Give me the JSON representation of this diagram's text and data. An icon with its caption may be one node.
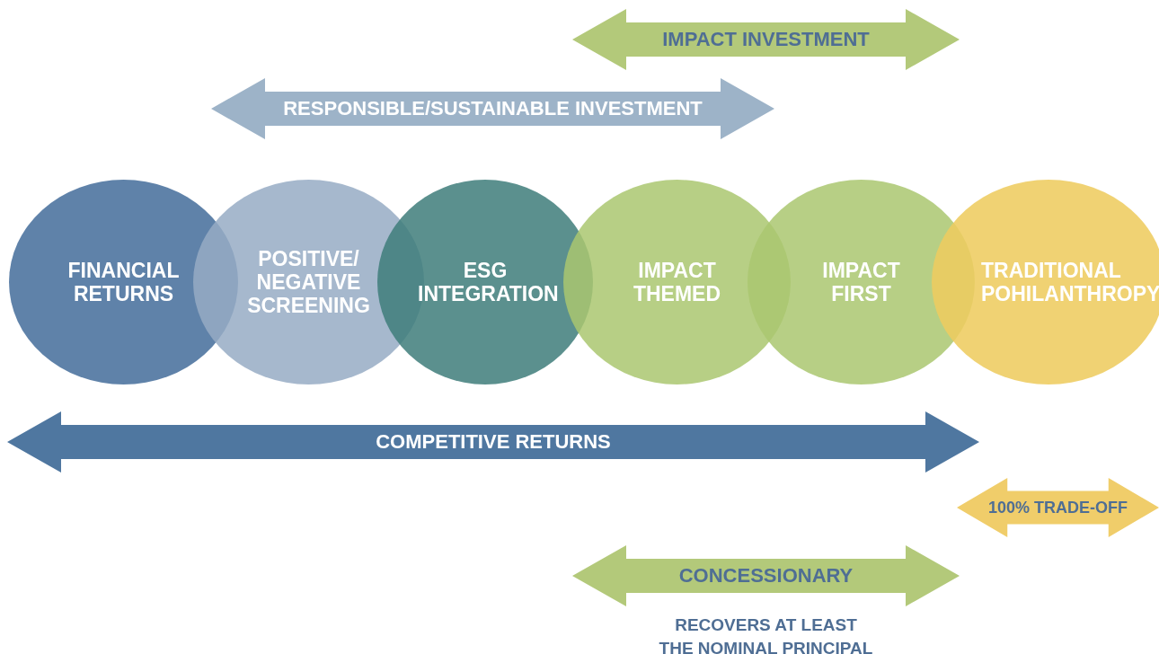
{
  "diagram": {
    "nodes": [
      {
        "text": [
          "IMPACT INVESTMENT"
        ]
      },
      {
        "text": [
          "RESPONSIBLE/SUSTAINABLE INVESTMENT"
        ]
      },
      {
        "text": [
          "FINANCIAL RETURNS"
        ]
      },
      {
        "text": [
          "POSITIVE/ NEGATIVE SCREENING"
        ]
      },
      {
        "text": [
          "ESG INTEGRATION"
        ]
      },
      {
        "text": [
          "IMPACT THEMED"
        ]
      },
      {
        "text": [
          "IMPACT FIRST"
        ]
      },
      {
        "text": [
          "TRADITIONAL POHILANTHROPY"
        ]
      },
      {
        "text": [
          "COMPETITIVE RETURNS"
        ]
      },
      {
        "text": [
          "100% TRADE-OFF"
        ]
      },
      {
        "text": [
          "CONCESSIONARY"
        ],
        "beside": [
          "RECOVERS AT LEAST THE NOMINAL PRINCIPAL"
        ]
      }
    ]
  }
}
